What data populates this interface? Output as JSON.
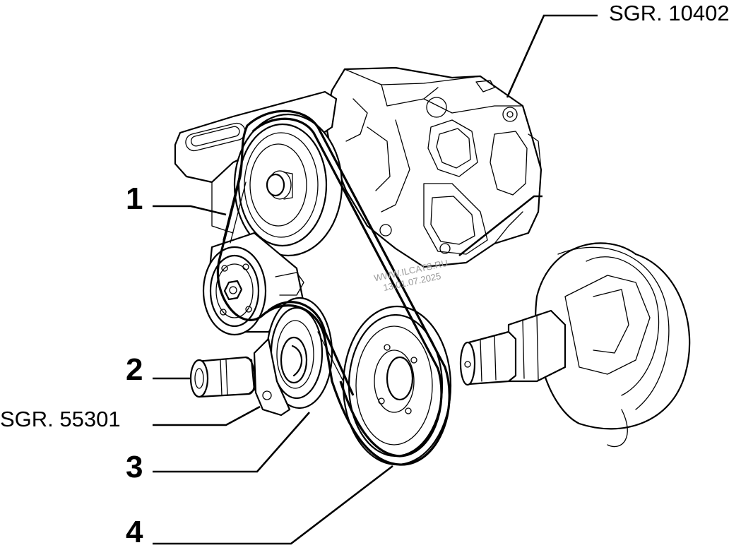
{
  "callouts": {
    "c1": "1",
    "c2": "2",
    "c3": "3",
    "c4": "4",
    "ref_top": "SGR. 10402",
    "ref_left": "SGR. 55301"
  },
  "watermark": {
    "line1": "WWW.ILCATS.RU",
    "line2": "13.01.07.2025"
  }
}
